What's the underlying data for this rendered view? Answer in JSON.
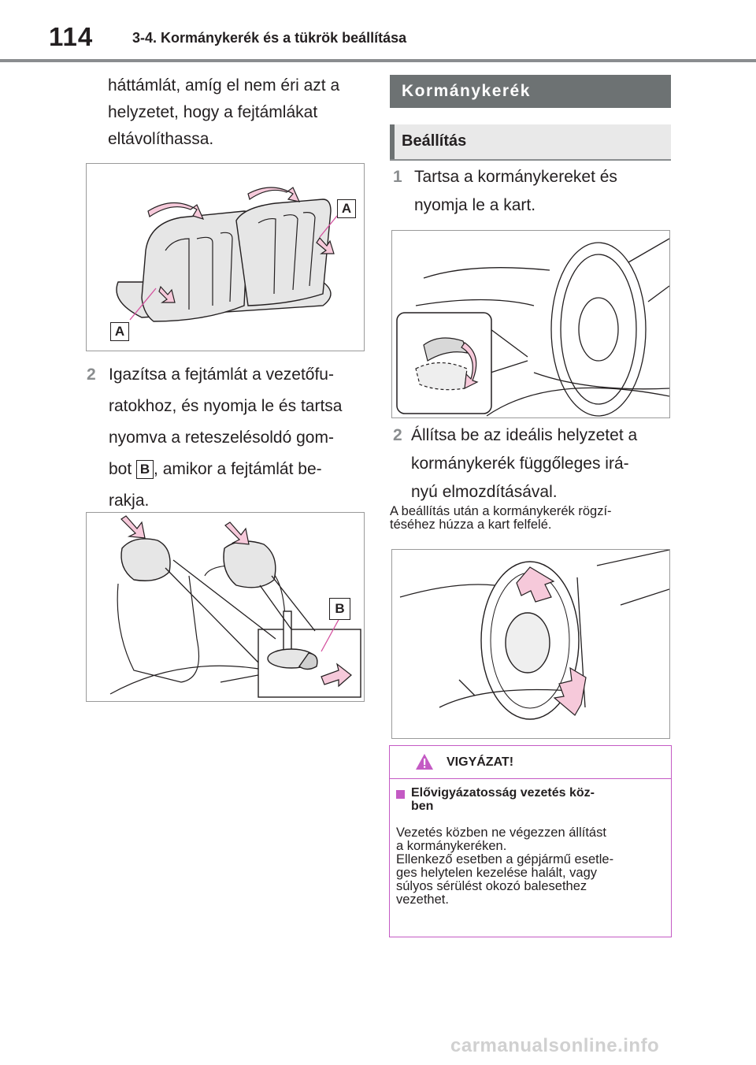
{
  "header": {
    "page_number": "114",
    "chapter": "3-4. Kormánykerék és a tükrök beállítása"
  },
  "left": {
    "intro_lines": [
      "háttámlát, amíg el nem éri azt a",
      "helyzetet, hogy a fejtámlákat",
      "eltávolíthassa."
    ],
    "fig1_label_a": "A",
    "step2": {
      "number": "2",
      "lines": [
        "Igazítsa a fejtámlát a vezetőfu-",
        "ratokhoz, és nyomja le és tartsa",
        "nyomva a reteszelésoldó gom-"
      ],
      "line4_pre": "bot",
      "box_label": "B",
      "line4_post": ", amikor a fejtámlát be-",
      "line5": "rakja."
    },
    "fig2_label_b": "B"
  },
  "right": {
    "section_title": "Kormánykerék",
    "subsection_title": "Beállítás",
    "step1": {
      "number": "1",
      "lines": [
        "Tartsa a kormánykereket és",
        "nyomja le a kart."
      ]
    },
    "step2": {
      "number": "2",
      "lines": [
        "Állítsa be az ideális helyzetet a",
        "kormánykerék függőleges irá-",
        "nyú elmozdításával."
      ]
    },
    "note_lines": [
      "A beállítás után a kormánykerék rögzí-",
      "téséhez húzza a kart felfelé."
    ],
    "caution": {
      "title": "VIGYÁZAT!",
      "heading_lines": [
        "Elővigyázatosság vezetés köz-",
        "ben"
      ],
      "body_lines": [
        "Vezetés közben ne végezzen állítást",
        "a kormánykeréken.",
        "Ellenkező esetben a gépjármű esetle-",
        "ges helytelen kezelése halált, vagy",
        "súlyos sérülést okozó balesethez",
        "vezethet."
      ]
    }
  },
  "footer": {
    "watermark": "carmanualsonline.info"
  }
}
